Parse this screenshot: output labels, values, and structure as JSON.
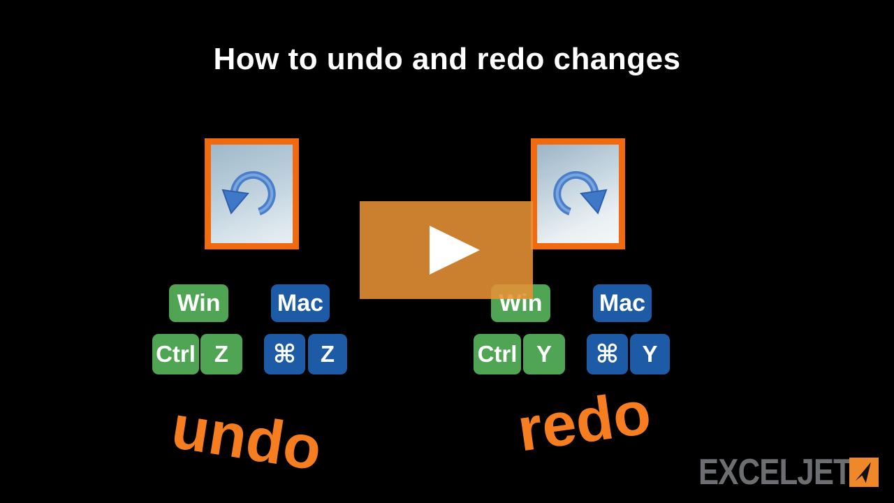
{
  "title": "How to undo and redo changes",
  "colors": {
    "background": "#000000",
    "frame_orange": "#f16a10",
    "caption_orange": "#f67d20",
    "play_orange": "#cc8030",
    "key_green": "#4fa553",
    "key_blue": "#1e5ba6",
    "arrow_blue": "#4a7ec9",
    "logo_gray": "#6d6e71",
    "logo_orange": "#ef8829"
  },
  "undo": {
    "caption": "undo",
    "platforms": {
      "win": "Win",
      "mac": "Mac"
    },
    "win_keys": [
      "Ctrl",
      "Z"
    ],
    "mac_keys": [
      "⌘",
      "Z"
    ]
  },
  "redo": {
    "caption": "redo",
    "platforms": {
      "win": "Win",
      "mac": "Mac"
    },
    "win_keys": [
      "Ctrl",
      "Y"
    ],
    "mac_keys": [
      "⌘",
      "Y"
    ]
  },
  "icons": {
    "undo": "undo-arrow-icon",
    "redo": "redo-arrow-icon",
    "play": "play-icon",
    "logo_mark": "paper-plane-icon"
  },
  "logo": {
    "text": "EXCELJET"
  }
}
